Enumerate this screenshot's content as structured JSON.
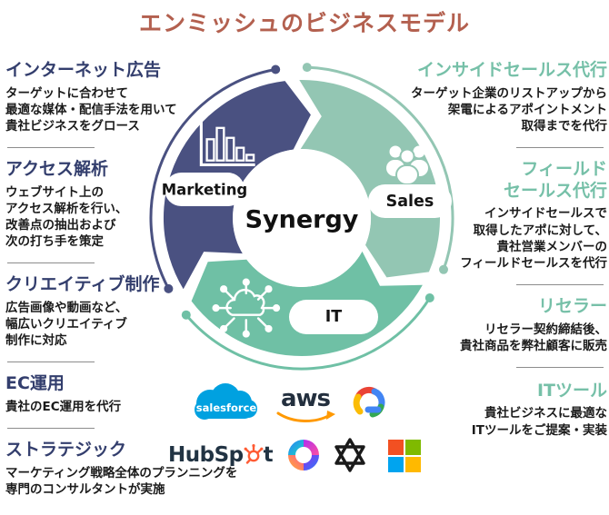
{
  "title": "エンミッシュのビジネスモデル",
  "colors": {
    "title": "#b3604f",
    "left_heading": "#333e6d",
    "right_heading": "#76c0a8",
    "navy": "#4a5181",
    "teal": "#93c6b3",
    "green": "#6fc0a5",
    "body_text": "#1b1b1b"
  },
  "left_services": [
    {
      "heading": "インターネット広告",
      "lines": [
        "ターゲットに合わせて",
        "最適な媒体・配信手法を用いて",
        "貴社ビジネスをグロース"
      ]
    },
    {
      "heading": "アクセス解析",
      "lines": [
        "ウェブサイト上の",
        "アクセス解析を行い、",
        "改善点の抽出および",
        "次の打ち手を策定"
      ]
    },
    {
      "heading": "クリエイティブ制作",
      "lines": [
        "広告画像や動画など、",
        "幅広いクリエイティブ",
        "制作に対応"
      ]
    },
    {
      "heading": "EC運用",
      "lines": [
        "貴社のEC運用を代行"
      ]
    },
    {
      "heading": "ストラテジック",
      "lines": [
        "マーケティング戦略全体のプランニングを",
        "専門のコンサルタントが実施"
      ]
    }
  ],
  "right_services": [
    {
      "heading": "インサイドセールス代行",
      "lines": [
        "ターゲット企業のリストアップから",
        "架電によるアポイントメント",
        "取得までを代行"
      ]
    },
    {
      "heading": "フィールド",
      "heading2": "セールス代行",
      "lines": [
        "インサイドセールスで",
        "取得したアポに対して、",
        "貴社営業メンバーの",
        "フィールドセールスを代行"
      ]
    },
    {
      "heading": "リセラー",
      "lines": [
        "リセラー契約締結後、",
        "貴社商品を弊社顧客に販売"
      ]
    },
    {
      "heading": "ITツール",
      "lines": [
        "貴社ビジネスに最適な",
        "ITツールをご提案・実装"
      ]
    }
  ],
  "diagram": {
    "center": "Synergy",
    "segments": {
      "marketing": "Marketing",
      "sales": "Sales",
      "it": "IT"
    }
  },
  "logos": {
    "salesforce": "salesforce",
    "aws": "aws",
    "hubspot_pre": "HubSp",
    "hubspot_post": "t",
    "names": [
      "Salesforce",
      "AWS",
      "Google Cloud",
      "HubSpot",
      "Microsoft Copilot",
      "OpenAI",
      "Microsoft"
    ]
  }
}
